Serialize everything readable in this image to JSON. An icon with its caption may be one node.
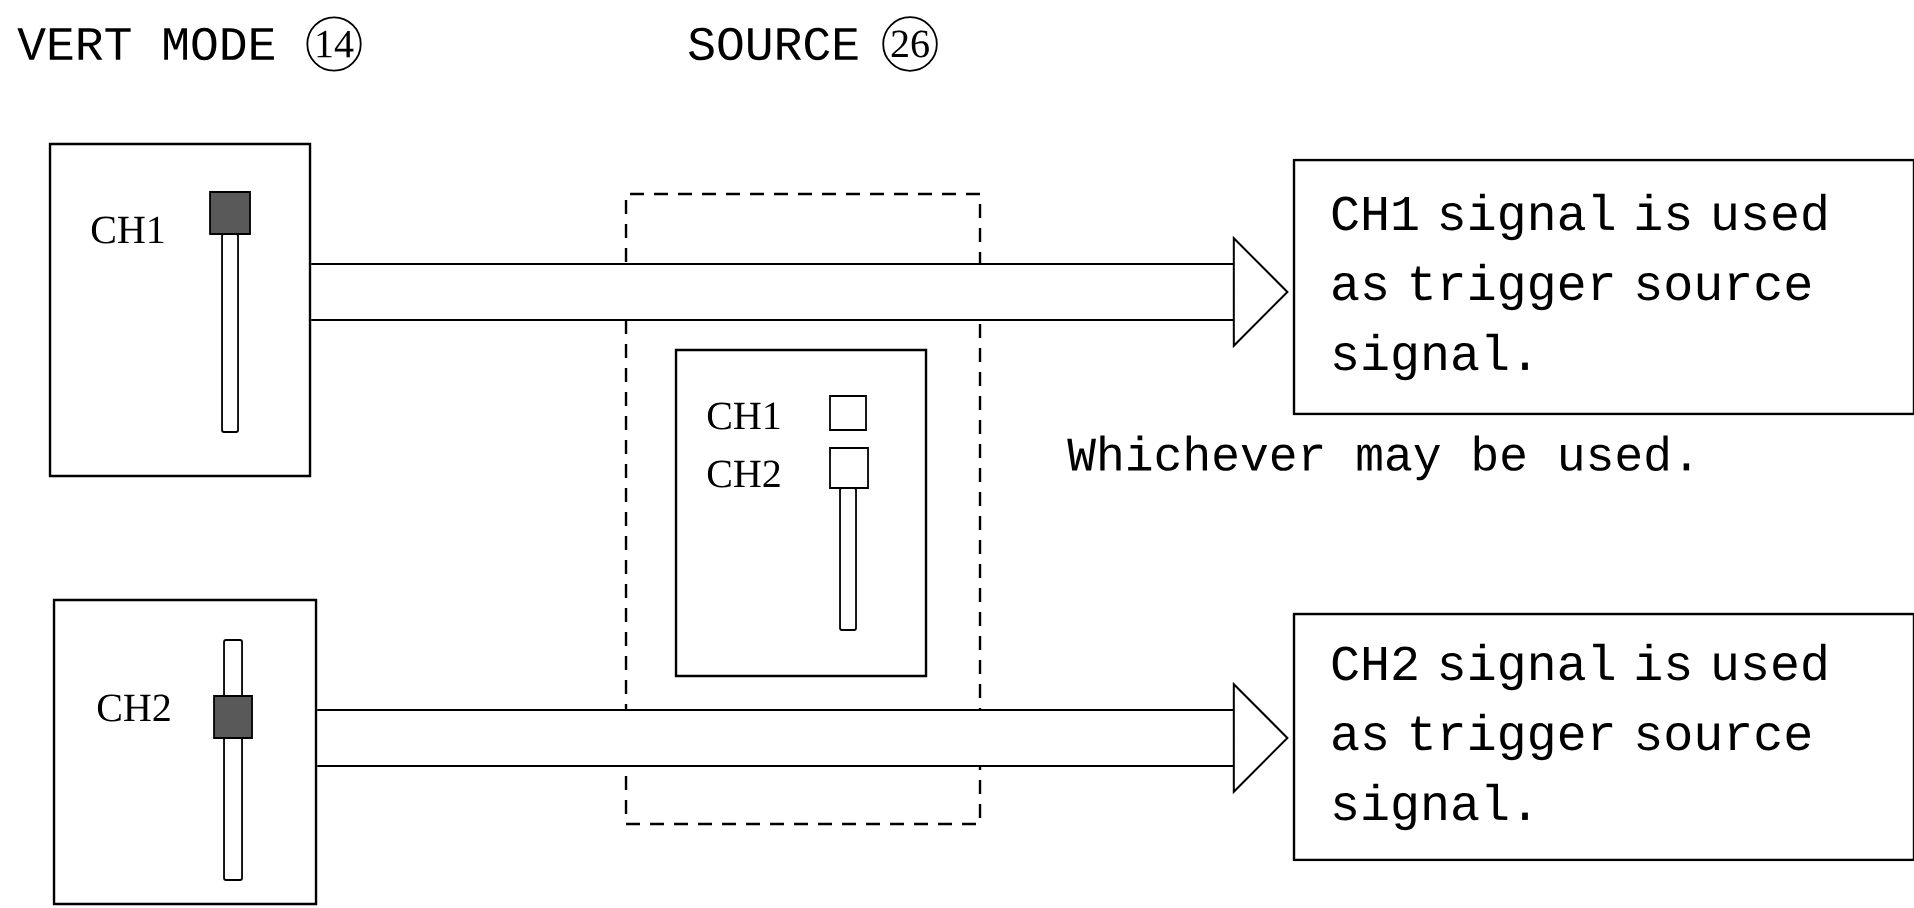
{
  "diagram": {
    "nodes": [
      {
        "text": [
          "CH1"
        ]
      },
      {
        "text": [
          "CH2"
        ]
      },
      {
        "text": [],
        "shape": "box"
      },
      {
        "text": [
          "CH1",
          "CH2"
        ],
        "in": 2
      },
      {
        "text": [
          "CH1 signal is used as trigger source signal."
        ]
      },
      {
        "text": [
          "CH2 signal is used as trigger source signal."
        ]
      }
    ],
    "edges": [
      {
        "from": 0,
        "to": 4,
        "arrow": "to"
      },
      {
        "from": 1,
        "to": 5,
        "arrow": "to"
      }
    ],
    "labels": [
      "VERT MODE",
      "14",
      "SOURCE",
      "26",
      "Whichever may be used."
    ]
  }
}
